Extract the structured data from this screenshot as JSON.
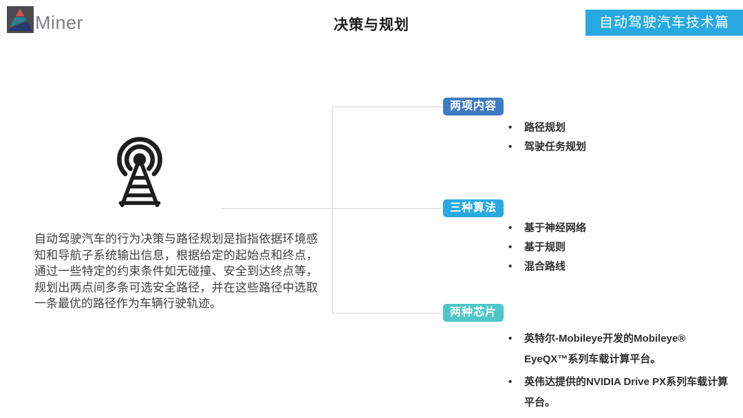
{
  "header": {
    "logo": {
      "name": "AMiner",
      "text": "Miner",
      "square_bg": "#4a4a4f",
      "peak_top_color": "#d2574a",
      "peak_mid_color": "#2e7e95",
      "peak_bottom_color": "#253a6d",
      "text_color": "#7c7d81"
    },
    "title": "决策与规划",
    "banner": {
      "label": "自动驾驶汽车技术篇",
      "bg": "#29a9e1",
      "text_color": "#ffffff"
    }
  },
  "left": {
    "icon": "broadcast-antenna",
    "icon_color": "#1e1e1e",
    "description": "自动驾驶汽车的行为决策与路径规划是指指依据环境感知和导航子系统输出信息，根据给定的起始点和终点，通过一些特定的约束条件如无碰撞、安全到达终点等，规划出两点间多条可选安全路径，并在这些路径中选取一条最优的路径作为车辆行驶轨迹。"
  },
  "connector_color": "#d5d5d5",
  "groups": [
    {
      "label": "两项内容",
      "color": "#3d7cc4",
      "items": [
        "路径规划",
        "驾驶任务规划"
      ]
    },
    {
      "label": "三种算法",
      "color": "#29a9e1",
      "items": [
        "基于神经网络",
        "基于规则",
        "混合路线"
      ]
    },
    {
      "label": "两种芯片",
      "color": "#4ec6c9",
      "items": [
        "英特尔-Mobileye开发的Mobileye® EyeQX™系列车载计算平台。",
        "英伟达提供的NVIDIA Drive PX系列车载计算平台。"
      ]
    }
  ]
}
